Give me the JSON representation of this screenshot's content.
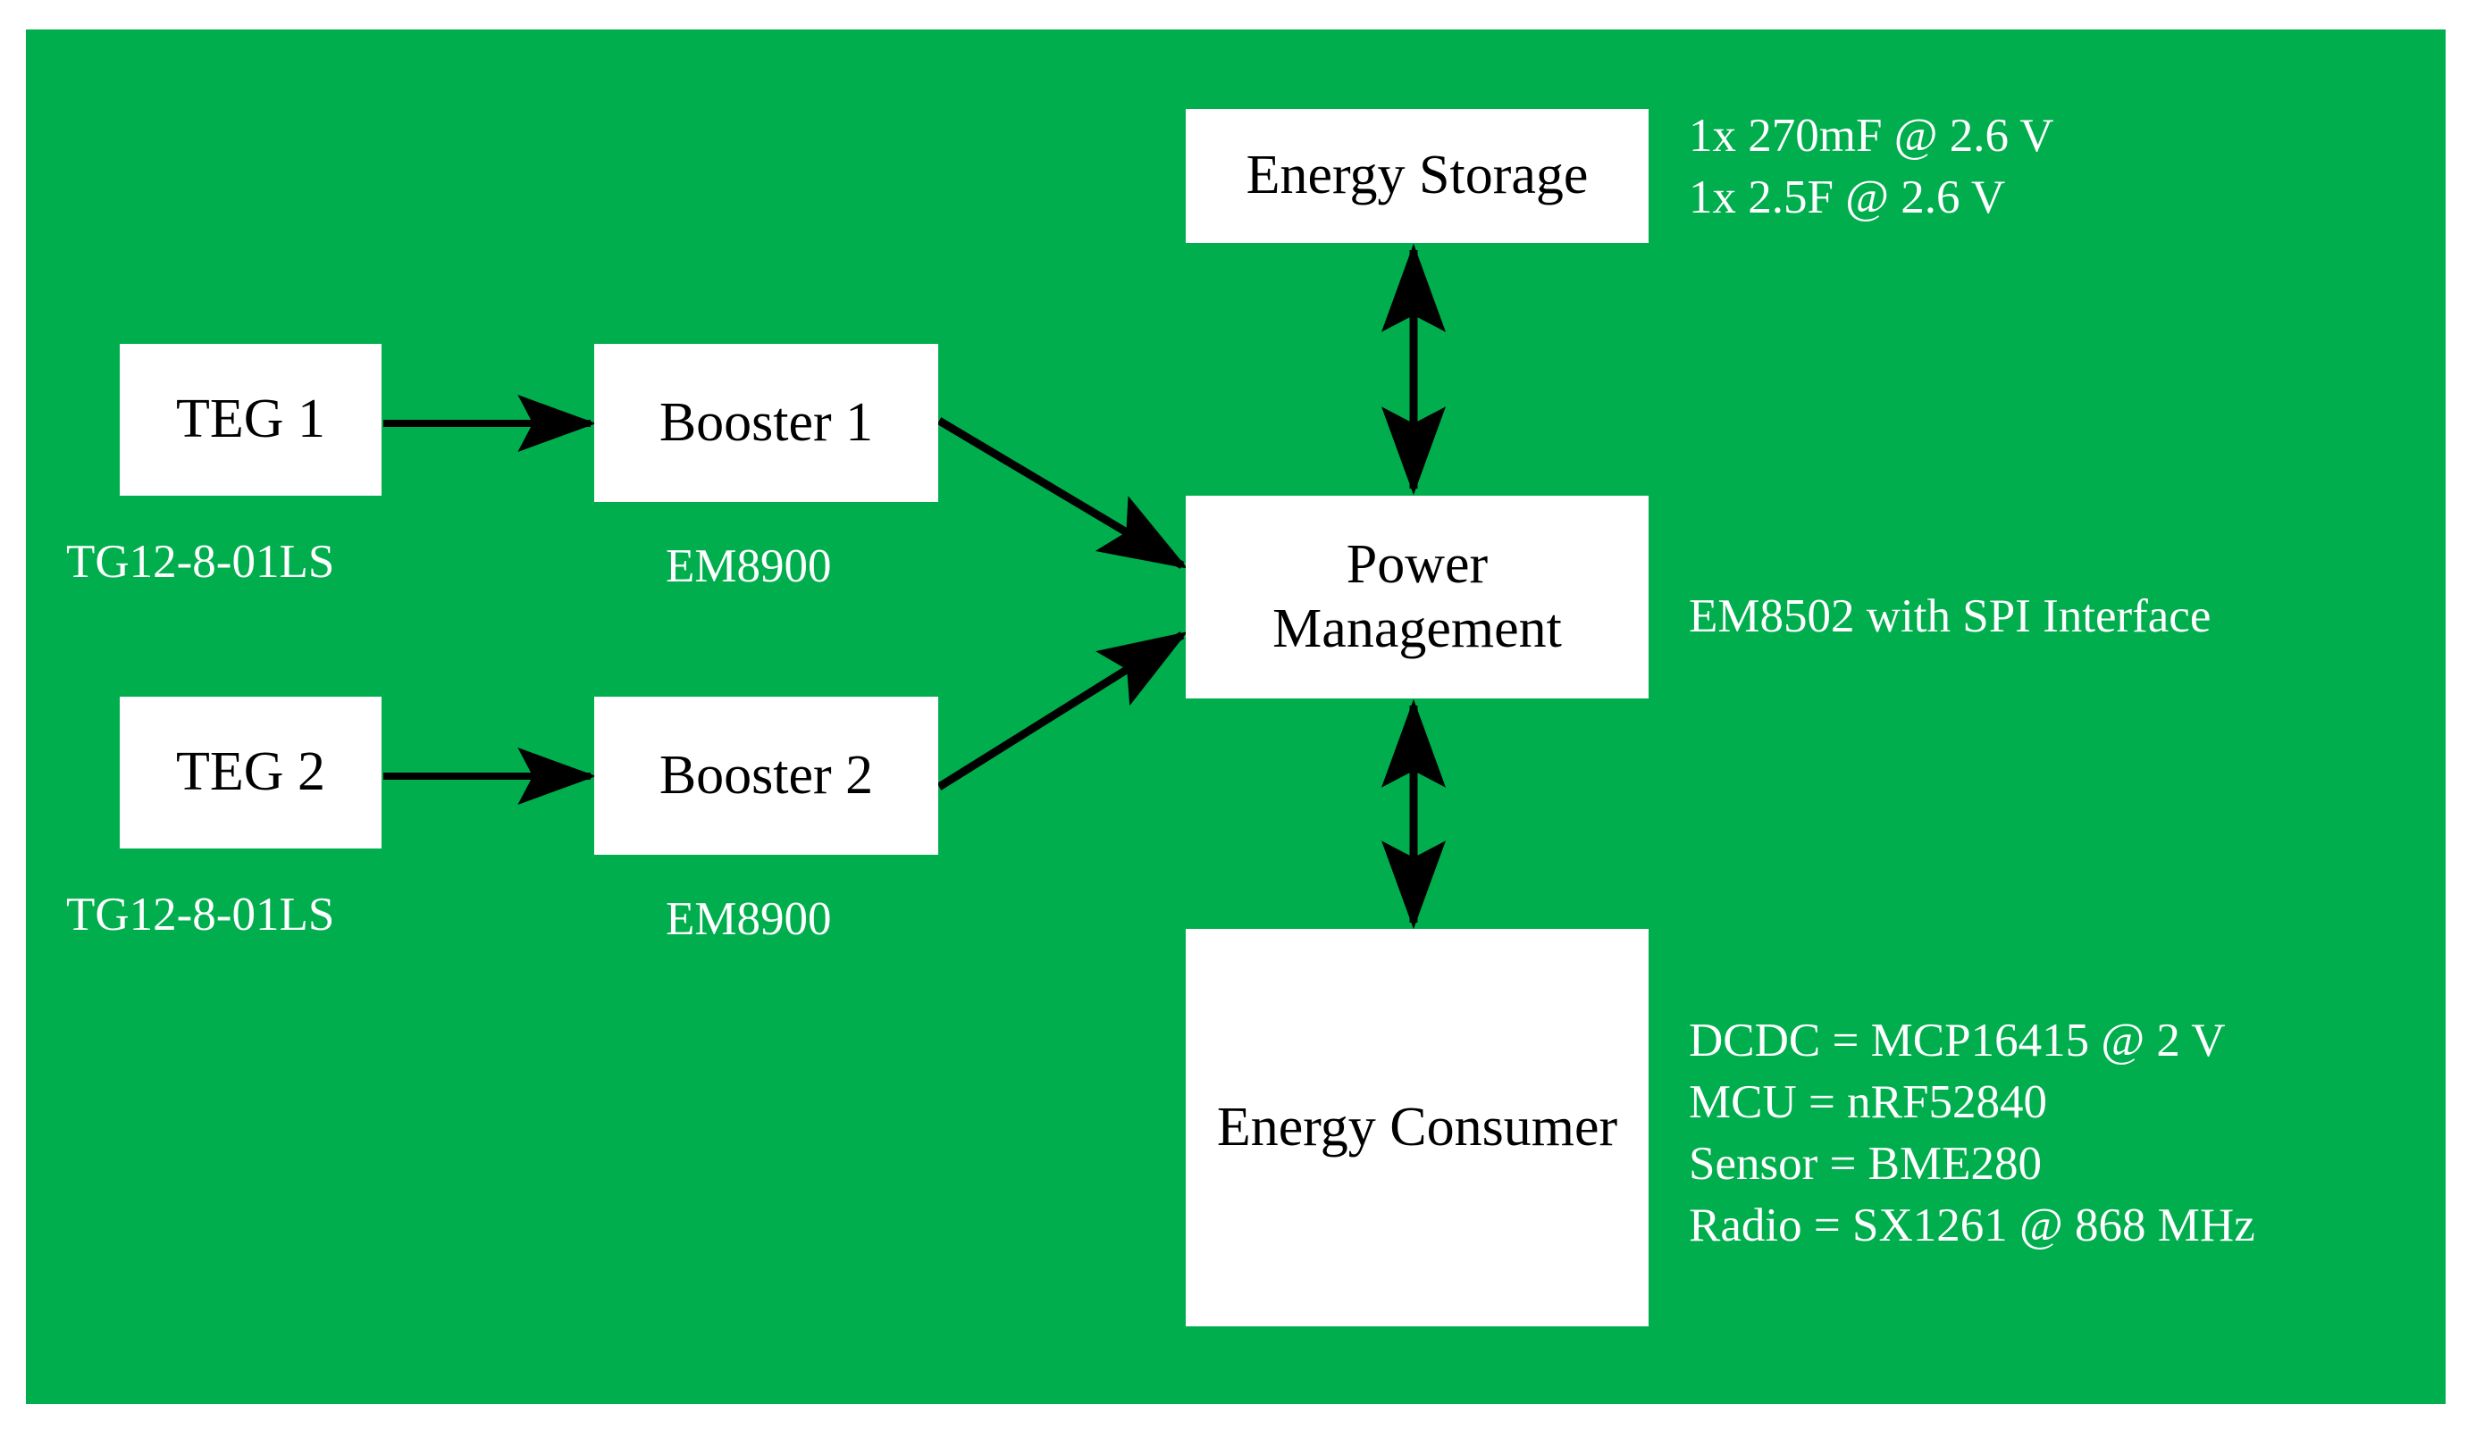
{
  "canvas": {
    "background_color": "#00AE4D",
    "page_background": "#ffffff",
    "node_fill": "#ffffff",
    "node_text_color": "#000000",
    "annotation_text_color": "#ffffff",
    "edge_color": "#000000"
  },
  "nodes": {
    "teg1": {
      "label": "TEG 1",
      "sublabel": "TG12-8-01LS"
    },
    "teg2": {
      "label": "TEG 2",
      "sublabel": "TG12-8-01LS"
    },
    "booster1": {
      "label": "Booster 1",
      "sublabel": "EM8900"
    },
    "booster2": {
      "label": "Booster 2",
      "sublabel": "EM8900"
    },
    "power_management": {
      "label": "Power\nManagement"
    },
    "energy_storage": {
      "label": "Energy Storage"
    },
    "energy_consumer": {
      "label": "Energy Consumer"
    }
  },
  "annotations": {
    "storage": "1x 270mF @ 2.6 V\n1x 2.5F @ 2.6 V",
    "power_management": "EM8502 with SPI Interface",
    "consumer": "DCDC = MCP16415 @ 2 V\nMCU = nRF52840\nSensor = BME280\nRadio = SX1261 @ 868 MHz"
  },
  "edges": [
    {
      "name": "teg1-to-booster1",
      "from": "teg1",
      "to": "booster1",
      "style": "arrow"
    },
    {
      "name": "teg2-to-booster2",
      "from": "teg2",
      "to": "booster2",
      "style": "arrow"
    },
    {
      "name": "booster1-to-power",
      "from": "booster1",
      "to": "power_management",
      "style": "arrow"
    },
    {
      "name": "booster2-to-power",
      "from": "booster2",
      "to": "power_management",
      "style": "arrow"
    },
    {
      "name": "power-to-storage",
      "from": "power_management",
      "to": "energy_storage",
      "style": "double-arrow"
    },
    {
      "name": "power-to-consumer",
      "from": "power_management",
      "to": "energy_consumer",
      "style": "double-arrow"
    }
  ]
}
